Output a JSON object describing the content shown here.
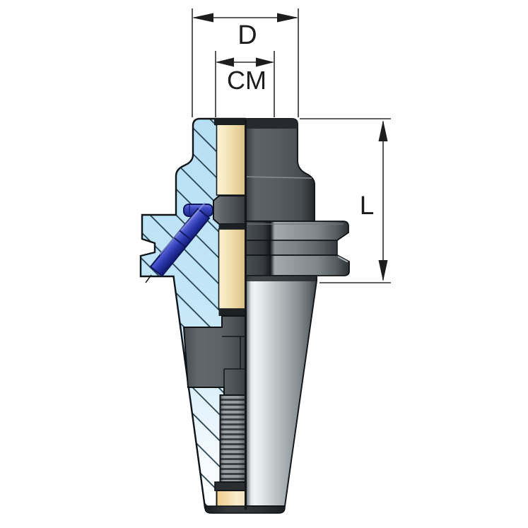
{
  "page": {
    "type": "technical-drawing",
    "subject": "Tool holder with Morse taper bore, half-section view",
    "background": "#ffffff"
  },
  "dimensions": {
    "outer_diameter_label": "D",
    "bore_taper_label": "CM",
    "length_label": "L"
  },
  "colors": {
    "hatch_blue": "#bfe4f6",
    "hatch_line": "#27404e",
    "bore_cream": "#efddab",
    "metal_gray": "#555b5f",
    "flange_light": "#949ca0",
    "taper_highlight": "#f0f3f4",
    "screw_blue": "#3c49c2",
    "outline": "#15181b",
    "dimension_line": "#2d2d2d"
  }
}
